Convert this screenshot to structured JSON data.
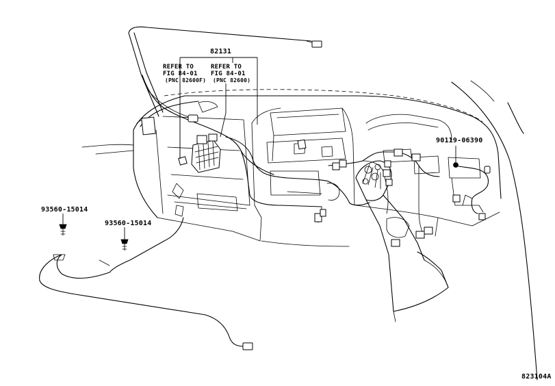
{
  "labels": {
    "main_part": "82131",
    "refer_left": {
      "line1": "REFER TO",
      "line2": "FIG 84-01",
      "line3": "(PNC 82600F)"
    },
    "refer_right": {
      "line1": "REFER TO",
      "line2": "FIG 84-01",
      "line3": "(PNC 82600)"
    },
    "clip_right": "90119-06390",
    "clip_left_1": "93560-15014",
    "clip_left_2": "93560-15014",
    "figure_code": "823104A"
  },
  "colors": {
    "line": "#000000",
    "background": "#ffffff"
  }
}
